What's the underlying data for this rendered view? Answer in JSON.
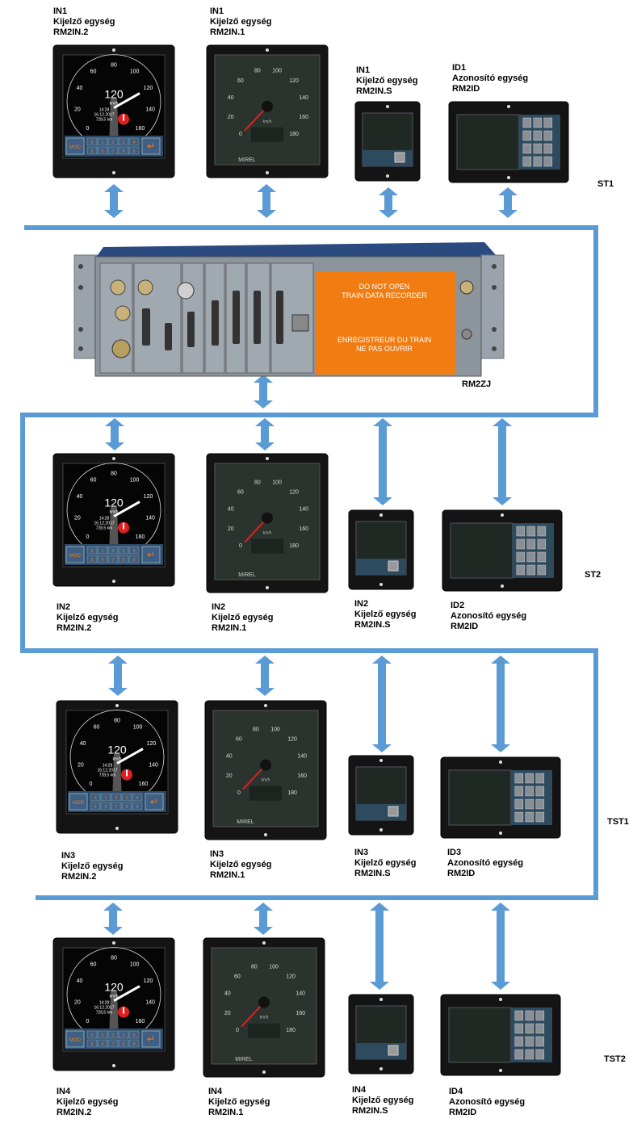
{
  "rows": [
    {
      "id": "ST1",
      "units": [
        {
          "code": "IN1",
          "name": "Kijelző egység",
          "model": "RM2IN.2"
        },
        {
          "code": "IN1",
          "name": "Kijelző egység",
          "model": "RM2IN.1"
        },
        {
          "code": "IN1",
          "name": "Kijelző egység",
          "model": "RM2IN.S"
        },
        {
          "code": "ID1",
          "name": "Azonosító egység",
          "model": "RM2ID"
        }
      ]
    },
    {
      "id": "ST2",
      "units": [
        {
          "code": "IN2",
          "name": "Kijelző egység",
          "model": "RM2IN.2"
        },
        {
          "code": "IN2",
          "name": "Kijelző egység",
          "model": "RM2IN.1"
        },
        {
          "code": "IN2",
          "name": "Kijelző egység",
          "model": "RM2IN.S"
        },
        {
          "code": "ID2",
          "name": "Azonosító egység",
          "model": "RM2ID"
        }
      ]
    },
    {
      "id": "TST1",
      "units": [
        {
          "code": "IN3",
          "name": "Kijelző egység",
          "model": "RM2IN.2"
        },
        {
          "code": "IN3",
          "name": "Kijelző egység",
          "model": "RM2IN.1"
        },
        {
          "code": "IN3",
          "name": "Kijelző egység",
          "model": "RM2IN.S"
        },
        {
          "code": "ID3",
          "name": "Azonosító egység",
          "model": "RM2ID"
        }
      ]
    },
    {
      "id": "TST2",
      "units": [
        {
          "code": "IN4",
          "name": "Kijelző egység",
          "model": "RM2IN.2"
        },
        {
          "code": "IN4",
          "name": "Kijelző egység",
          "model": "RM2IN.1"
        },
        {
          "code": "IN4",
          "name": "Kijelző egység",
          "model": "RM2IN.S"
        },
        {
          "code": "ID4",
          "name": "Azonosító egység",
          "model": "RM2ID"
        }
      ]
    }
  ],
  "recorder": {
    "label": "RM2ZJ",
    "warning_en_1": "DO NOT OPEN",
    "warning_en_2": "TRAIN DATA RECORDER",
    "warning_fr_1": "ENREGISTREUR DU TRAIN",
    "warning_fr_2": "NE PAS OUVRIR"
  },
  "display2": {
    "speed": "120",
    "unit": "km/h",
    "time": "14:28",
    "date": "16.12.2017",
    "distance": "728,5 km",
    "dial_ticks": [
      "0",
      "20",
      "40",
      "60",
      "80",
      "100",
      "120",
      "140",
      "160"
    ],
    "mod_button": "MOD",
    "keys": [
      "0",
      "1",
      "2",
      "3",
      "4",
      "5",
      "6",
      "7",
      "8",
      "9"
    ]
  },
  "display1": {
    "dial_ticks": [
      "0",
      "20",
      "40",
      "60",
      "80",
      "100",
      "120",
      "140",
      "160",
      "180"
    ],
    "unit": "km/h",
    "brand": "MIREL"
  },
  "colors": {
    "bus": "#5b9bd5",
    "orange_panel": "#f07c12",
    "device_bezel": "#1a1a1a",
    "screen": "#2a332e"
  }
}
